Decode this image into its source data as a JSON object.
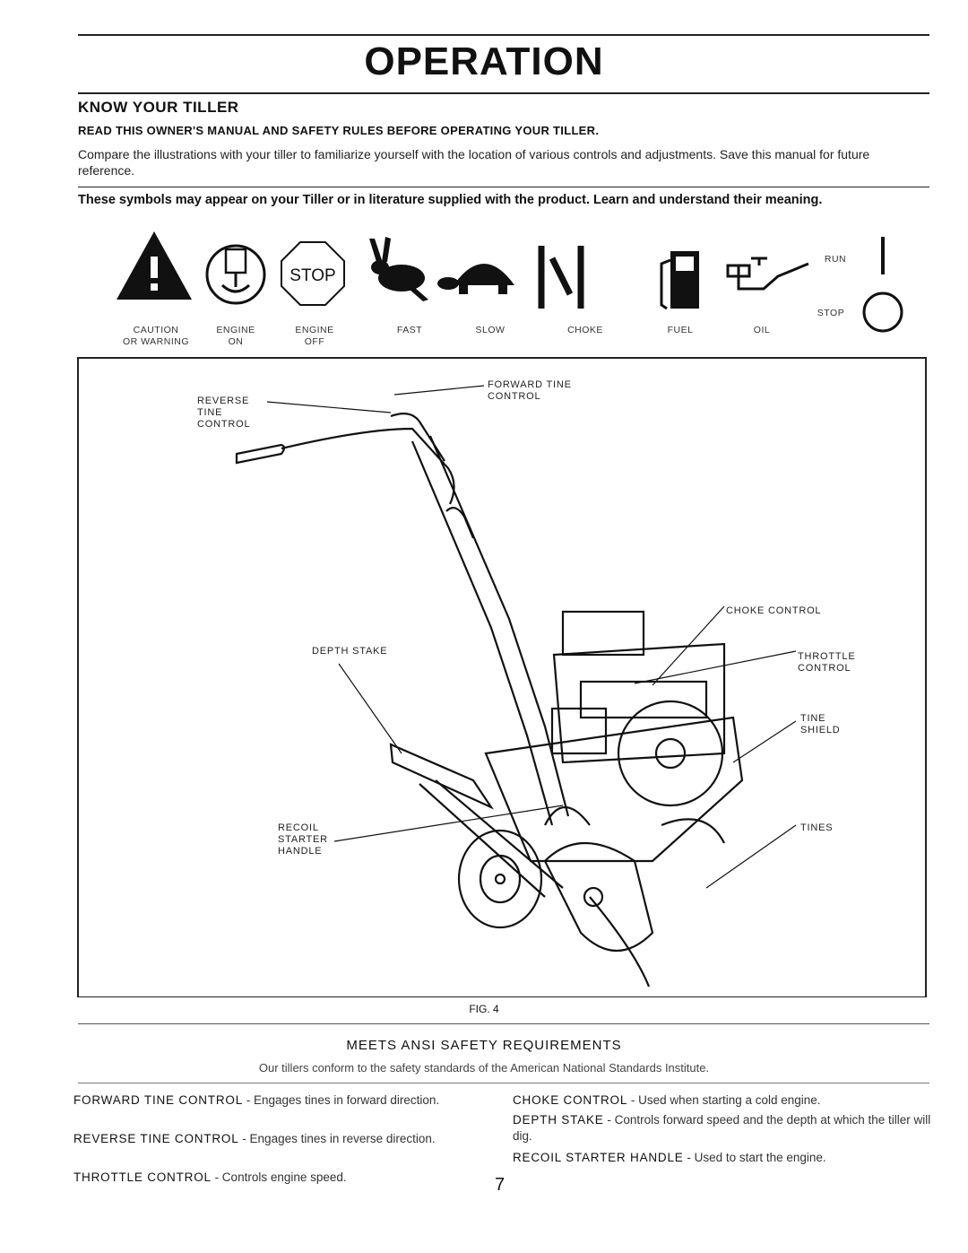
{
  "header": {
    "title": "OPERATION"
  },
  "section": {
    "heading": "KNOW YOUR TILLER",
    "read_notice": "READ THIS OWNER'S MANUAL AND SAFETY RULES BEFORE OPERATING YOUR TILLER.",
    "intro": "Compare the illustrations with your tiller to familiarize yourself with the location of various controls and adjustments. Save this manual for future reference.",
    "symbols_intro": "These symbols may appear on your Tiller or in literature supplied with the product. Learn and understand their meaning."
  },
  "symbols": {
    "caution_line1": "CAUTION",
    "caution_line2": "OR WARNING",
    "engine_on_line1": "ENGINE",
    "engine_on_line2": "ON",
    "engine_off_line1": "ENGINE",
    "engine_off_line2": "OFF",
    "stop_sign_text": "STOP",
    "fast": "FAST",
    "slow": "SLOW",
    "choke": "CHOKE",
    "fuel": "FUEL",
    "oil": "OIL",
    "run": "RUN",
    "stop": "STOP"
  },
  "figure": {
    "labels": {
      "forward_tine_line1": "FORWARD TINE",
      "forward_tine_line2": "CONTROL",
      "reverse_tine_line1": "REVERSE",
      "reverse_tine_line2": "TINE",
      "reverse_tine_line3": "CONTROL",
      "choke_control": "CHOKE CONTROL",
      "depth_stake": "DEPTH STAKE",
      "throttle_line1": "THROTTLE",
      "throttle_line2": "CONTROL",
      "tine_shield_line1": "TINE",
      "tine_shield_line2": "SHIELD",
      "recoil_line1": "RECOIL",
      "recoil_line2": "STARTER",
      "recoil_line3": "HANDLE",
      "tines": "TINES"
    },
    "caption": "FIG. 4"
  },
  "ansi": {
    "title": "MEETS ANSI SAFETY REQUIREMENTS",
    "text": "Our tillers conform to the safety standards of the American National Standards Institute."
  },
  "descriptions": {
    "forward_term": "FORWARD TINE CONTROL",
    "forward_text": " - Engages tines in forward direction.",
    "reverse_term": "REVERSE TINE CONTROL",
    "reverse_text": " - Engages tines in reverse direction.",
    "throttle_term": "THROTTLE CONTROL",
    "throttle_text": " - Controls engine speed.",
    "choke_term": "CHOKE CONTROL",
    "choke_text": " - Used when starting a cold engine.",
    "depth_term": "DEPTH STAKE",
    "depth_text": " - Controls forward speed and the depth at which the tiller will dig.",
    "recoil_term": "RECOIL STARTER HANDLE",
    "recoil_text": " - Used to start the engine."
  },
  "page_number": "7"
}
